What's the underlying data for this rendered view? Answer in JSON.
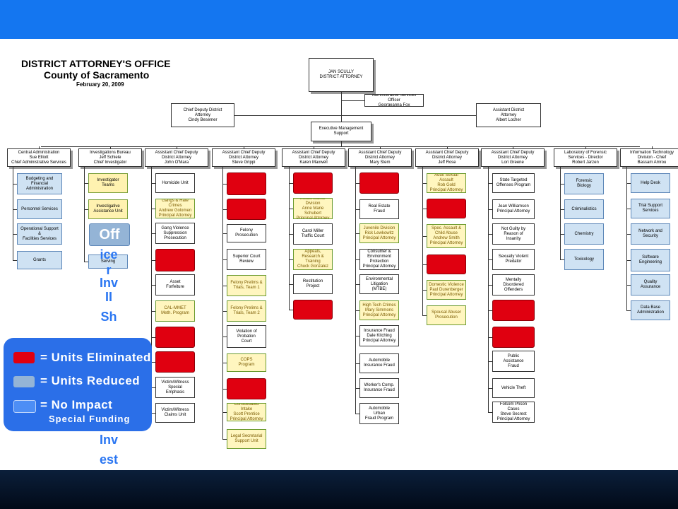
{
  "header": {
    "title_line1": "DISTRICT ATTORNEY'S OFFICE",
    "title_line2": "County of Sacramento",
    "date": "February 20, 2009"
  },
  "top": {
    "da": [
      "JAN SCULLY",
      "DISTRICT ATTORNEY"
    ],
    "admin": [
      "Administrative Services Officer",
      "Georgeanna Fox"
    ],
    "chief_deputy": [
      "Chief Deputy District",
      "Attorney",
      "Cindy Besemer"
    ],
    "assistant": [
      "Assistant District",
      "Attorney",
      "Albert Locher"
    ],
    "exec": [
      "Executive Management",
      "Support"
    ]
  },
  "divisions": [
    {
      "head": [
        "Central Administration",
        "Sue Elliott",
        "Chief Administrative Services"
      ]
    },
    {
      "head": [
        "Investigations Bureau",
        "Jeff Schiele",
        "Chief Investigator"
      ]
    },
    {
      "head": [
        "Assistant Chief Deputy",
        "District Attorney",
        "John O'Mara"
      ]
    },
    {
      "head": [
        "Assistant Chief Deputy",
        "District Attorney",
        "Steve Grippi"
      ]
    },
    {
      "head": [
        "Assistant Chief Deputy",
        "District Attorney",
        "Karen Maxwell"
      ]
    },
    {
      "head": [
        "Assistant Chief Deputy",
        "District Attorney",
        "Mary Stem"
      ]
    },
    {
      "head": [
        "Assistant Chief Deputy",
        "District Attorney",
        "Jeff Rose"
      ]
    },
    {
      "head": [
        "Assistant Chief Deputy",
        "District Attorney",
        "Lori Greene"
      ]
    },
    {
      "head": [
        "Laboratory of Forensic",
        "Services - Director",
        "Robert Jarzen"
      ]
    },
    {
      "head": [
        "Information Technology",
        "Division - Chief",
        "Bassam Amrou"
      ]
    }
  ],
  "units": {
    "c0": [
      [
        "Budgeting and",
        "Financial",
        "Administration"
      ],
      [
        "Personnel Services"
      ],
      [
        "Operational Support",
        "&",
        "Facilities Services"
      ],
      [
        "Grants"
      ]
    ],
    "c1": [
      [
        "Investigator",
        "Teams"
      ],
      [
        "Investigative",
        "Assistance Unit"
      ],
      [
        "Serving"
      ]
    ],
    "c2": [
      [
        "Homicide Unit"
      ],
      [
        "Gangs & Hate Crimes",
        "Andrew Golomen",
        "Principal Attorney"
      ],
      [
        "Gang Violence",
        "Suppression",
        "Prosecution"
      ],
      [
        ""
      ],
      [
        "Asset",
        "Forfeiture"
      ],
      [
        "CAL-MMET",
        "Meth. Program"
      ],
      [
        ""
      ],
      [
        ""
      ],
      [
        "Victim/Witness",
        "Special",
        "Emphasis"
      ],
      [
        "Victim/Witness",
        "Claims Unit"
      ]
    ],
    "c3": [
      [
        ""
      ],
      [
        ""
      ],
      [
        "Felony",
        "Prosecution"
      ],
      [
        "Superior Court",
        "Review"
      ],
      [
        "Felony Prelims &",
        "Trials, Team 1"
      ],
      [
        "Felony Prelims &",
        "Trials, Team 2"
      ],
      [
        "Violation of",
        "Probation",
        "Court"
      ],
      [
        "COPS",
        "Program"
      ],
      [
        ""
      ],
      [
        "Consolidated Intake",
        "Scott Prentice",
        "Principal Attorney"
      ],
      [
        "Legal Secretarial",
        "Support Unit"
      ]
    ],
    "c4": [
      [
        ""
      ],
      [
        "Misdemeanor Division",
        "Anne Marie",
        "Schubert",
        "Principal Attorney"
      ],
      [
        "Carol Miller",
        "Traffic Court"
      ],
      [
        "Calendars, Appeals,",
        "Research & Training",
        "Chuck Gonzalez",
        "Principal Attorney"
      ],
      [
        "Restitution",
        "Project"
      ],
      [
        ""
      ]
    ],
    "c5": [
      [
        ""
      ],
      [
        "Real Estate",
        "Fraud"
      ],
      [
        "Juvenile Division",
        "Rick Lewkowitz",
        "Principal Attorney"
      ],
      [
        "Consumer &",
        "Environment",
        "Protection",
        "Principal Attorney"
      ],
      [
        "Environmental",
        "Litigation",
        "(MTBE)"
      ],
      [
        "High Tech Crimes",
        "Mary Simmons",
        "Principal Attorney"
      ],
      [
        "Insurance Fraud",
        "Dale Kitching",
        "Principal Attorney"
      ],
      [
        "Automobile",
        "Insurance Fraud"
      ],
      [
        "Worker's Comp.",
        "Insurance Fraud"
      ],
      [
        "Automobile",
        "Urban",
        "Fraud Program"
      ]
    ],
    "c6": [
      [
        "Adult Sexual Assault",
        "Rob Gold",
        "Principal Attorney"
      ],
      [
        ""
      ],
      [
        "Spec. Assault &",
        "Child Abuse",
        "Andrew Smith",
        "Principal Attorney"
      ],
      [
        ""
      ],
      [
        "Domestic Violence",
        "Paul Durenberger",
        "Principal Attorney"
      ],
      [
        "Spousal Abuser",
        "Prosecution"
      ]
    ],
    "c7": [
      [
        "State Targeted",
        "Offenses Program"
      ],
      [
        "Jean Williamson",
        "Principal Attorney"
      ],
      [
        "Not Guilty by",
        "Reason of",
        "Insanity"
      ],
      [
        "Sexually Violent",
        "Predator"
      ],
      [
        "Mentally",
        "Disordered",
        "Offenders"
      ],
      [
        ""
      ],
      [
        ""
      ],
      [
        "Public",
        "Assistance",
        "Fraud"
      ],
      [
        "Vehicle Theft"
      ],
      [
        "Folsom Prison Cases",
        "Steve Secrest",
        "Principal Attorney"
      ]
    ],
    "c8": [
      [
        "Forensic",
        "Biology"
      ],
      [
        "Criminalistics"
      ],
      [
        "Chemistry"
      ],
      [
        "Toxicology"
      ]
    ],
    "c9": [
      [
        "Help Desk"
      ],
      [
        "Trial Support",
        "Services"
      ],
      [
        "Network and",
        "Security"
      ],
      [
        "Software",
        "Engineering"
      ],
      [
        "Quality",
        "Assurance"
      ],
      [
        "Data Base",
        "Administration"
      ]
    ]
  },
  "overlay_text": {
    "off": "Off",
    "ice": "ice",
    "r": "r",
    "inv": "Inv",
    "ii": "II",
    "sh": "Sh",
    "inv2": "Inv",
    "est": "est"
  },
  "legend": {
    "eliminated": "= Units Eliminated",
    "reduced": "= Units Reduced",
    "no_impact": "= No Impact",
    "special": "Special Funding"
  },
  "colors": {
    "topbar": "#1476f0",
    "legend_bg": "#2b6fe8",
    "eliminated": "#e00010",
    "reduced": "#94b4d6",
    "no_impact": "#4d8ef5"
  }
}
